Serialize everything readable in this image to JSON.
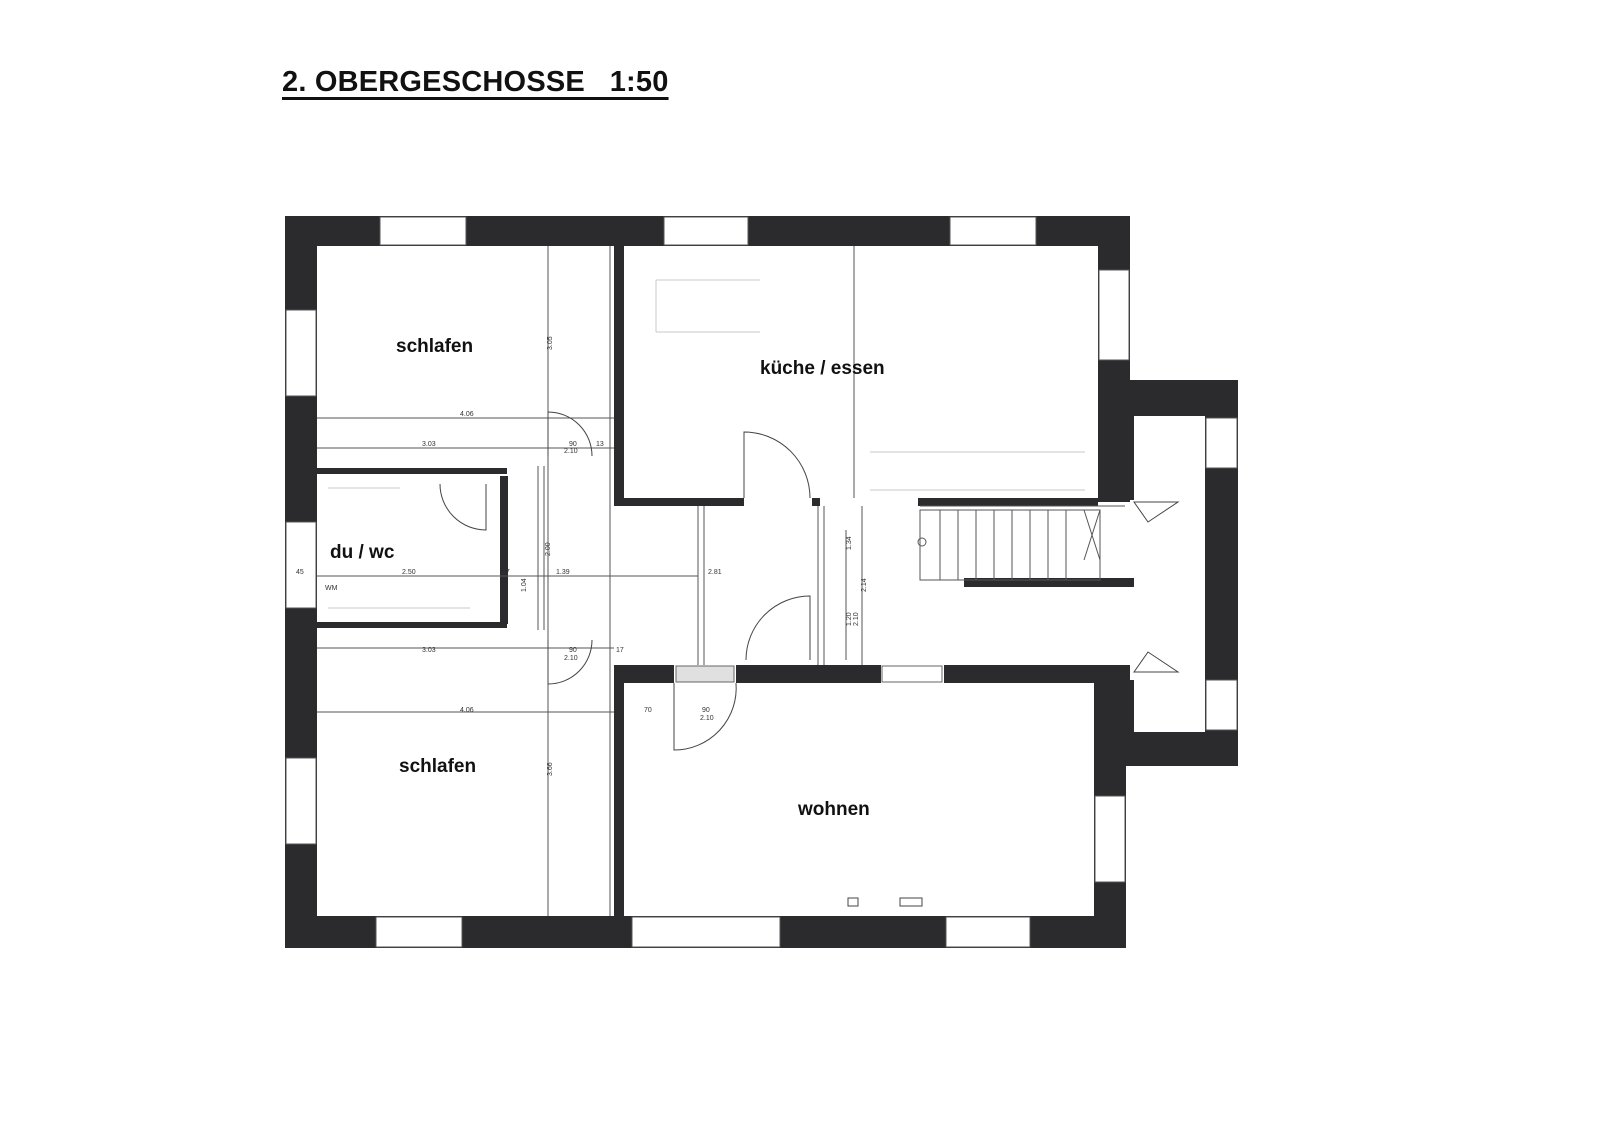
{
  "title": "2. OBERGESCHOSSE   1:50",
  "rooms": {
    "schlafen_top": "schlafen",
    "kueche": "küche / essen",
    "bath": "du / wc",
    "schlafen_bottom": "schlafen",
    "wohnen": "wohnen"
  },
  "fixtures": {
    "washer": "WM"
  },
  "dimensions": {
    "d406a": "4.06",
    "d303a": "3.03",
    "d90a": "90",
    "d210a": "2.10",
    "d13a": "13",
    "d45": "45",
    "d250": "2.50",
    "d17a": "17",
    "d139": "1.39",
    "d281": "2.81",
    "d303b": "3.03",
    "d90b": "90",
    "d210b": "2.10",
    "d17b": "17",
    "d406b": "4.06",
    "d70": "70",
    "d90c": "90",
    "d210c": "2.10",
    "d305": "3.05",
    "d366": "3.66",
    "d104": "1.04",
    "d200": "2.00",
    "d134": "1.34",
    "d214": "2.14",
    "d120": "1.20",
    "d210d": "2.10"
  }
}
